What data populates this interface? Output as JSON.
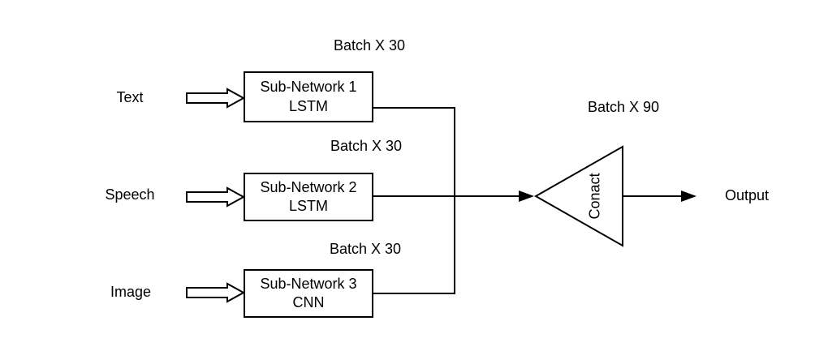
{
  "diagram": {
    "background": "#ffffff",
    "line_color": "#000000",
    "text_color": "#000000",
    "rows": [
      {
        "input_label": "Text",
        "batch_label": "Batch X 30",
        "box": {
          "title": "Sub-Network 1",
          "subtitle": "LSTM"
        }
      },
      {
        "input_label": "Speech",
        "batch_label": "Batch X 30",
        "box": {
          "title": "Sub-Network 2",
          "subtitle": "LSTM"
        }
      },
      {
        "input_label": "Image",
        "batch_label": "Batch X 30",
        "box": {
          "title": "Sub-Network 3",
          "subtitle": "CNN"
        }
      }
    ],
    "merge": {
      "shape": "left-pointing-triangle",
      "label": "Conact",
      "batch_label": "Batch X 90"
    },
    "output_label": "Output"
  }
}
